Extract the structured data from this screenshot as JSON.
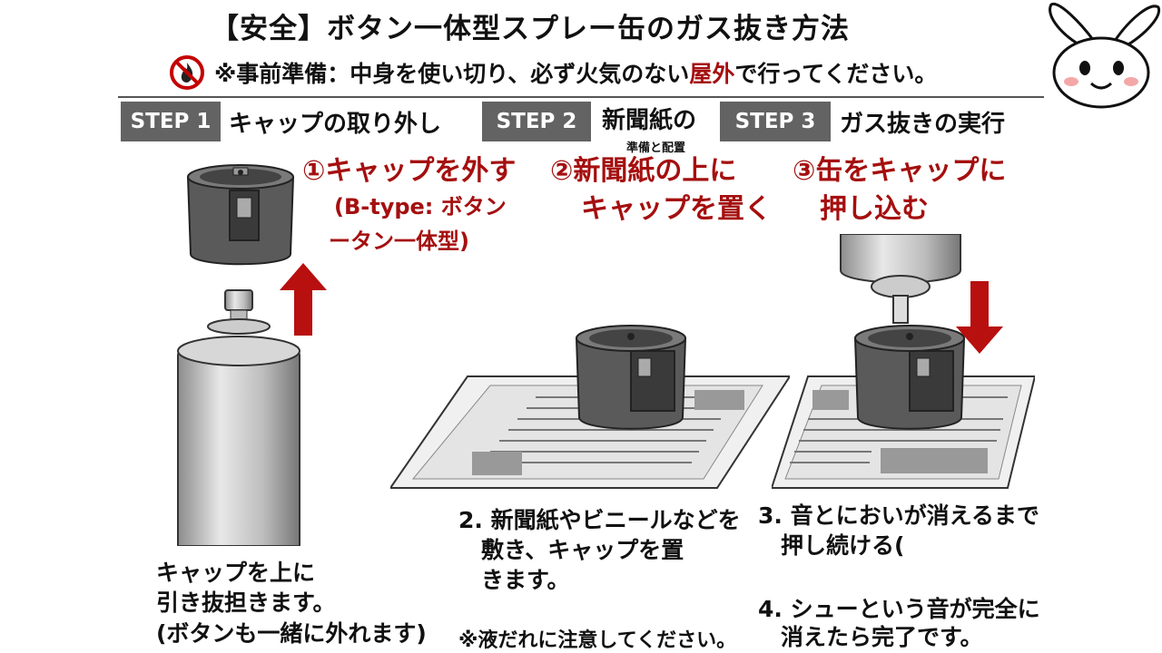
{
  "title": "【安全】ボタン一体型スプレー缶のガス抜き方法",
  "prep": {
    "lead": "※事前準備：中身を使い切り、必ず火気のない",
    "highlight": "屋外",
    "tail": "で行ってください。"
  },
  "steps": [
    {
      "label": "STEP 1",
      "title": "キャップの取り外し",
      "heading": "①キャップを外す",
      "sub_lines": [
        "(B-type: ボタン",
        "ータン一体型)"
      ],
      "body_lines": [
        "キャップを上に",
        "引き抜担きます。",
        "(ボタンも一緒に外れます)"
      ]
    },
    {
      "label": "STEP 2",
      "title": "新聞紙の",
      "subnote": "準備と配置",
      "heading_lines": [
        "②新聞紙の上に",
        "キャップを置く"
      ],
      "body_lines": [
        "2. 新聞紙やビニールなどを",
        "　敷き、キャップを置",
        "　きます。"
      ],
      "note": "※液だれに注意してください。"
    },
    {
      "label": "STEP 3",
      "title": "ガス抜きの実行",
      "heading_lines": [
        "③缶をキャップに",
        "押し込む"
      ],
      "body3_lines": [
        "3. 音とにおいが消えるまで",
        "　押し続ける("
      ],
      "body4_lines": [
        "4. シューという音が完全に",
        "　消えたら完了です。"
      ]
    }
  ],
  "colors": {
    "accent_red": "#a50f0f",
    "step_gray": "#636363",
    "cap_gray": "#5a5a5a"
  },
  "icons": {
    "no_fire": "no-fire-icon",
    "mascot": "rabbit-mascot-icon",
    "up_arrow": "up-arrow-icon",
    "down_arrow": "down-arrow-icon"
  }
}
